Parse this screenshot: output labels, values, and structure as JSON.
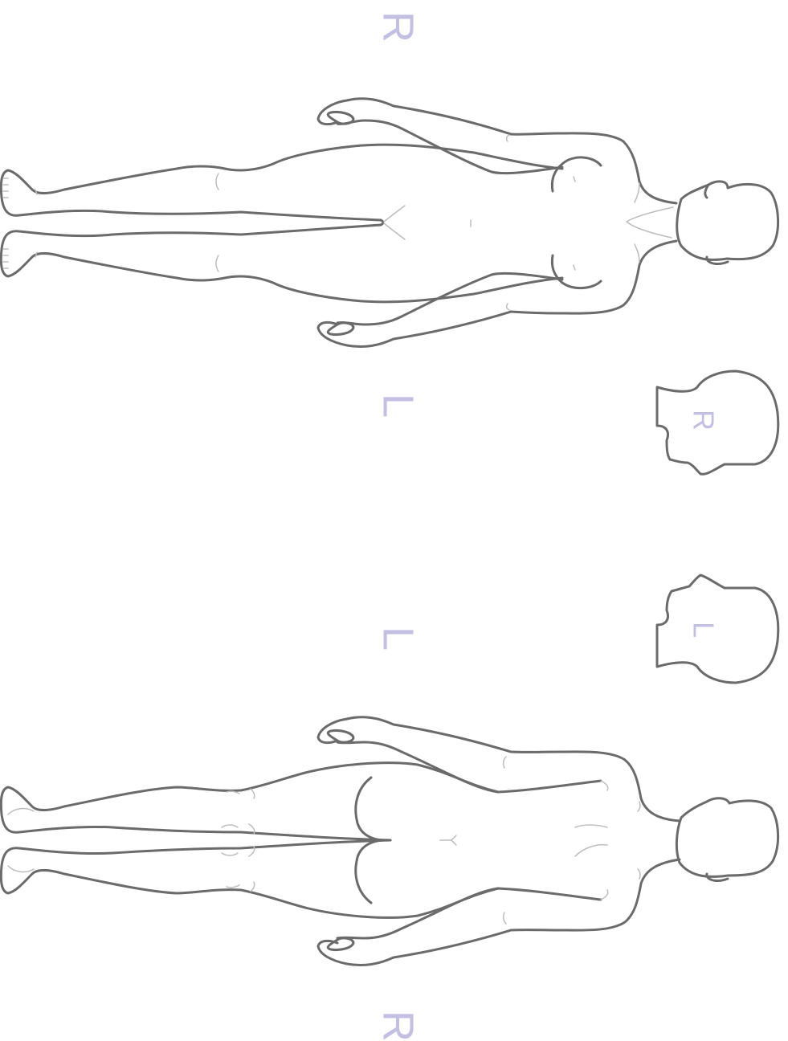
{
  "diagram": {
    "colors": {
      "outline": "#6b6b6b",
      "detail": "#bdbdbd",
      "label": "#c3bfe3",
      "background": "#ffffff"
    },
    "labels": {
      "front_top": "R",
      "front_bottom": "L",
      "back_top": "L",
      "back_bottom": "R",
      "head_right": "R",
      "head_left": "L"
    }
  }
}
